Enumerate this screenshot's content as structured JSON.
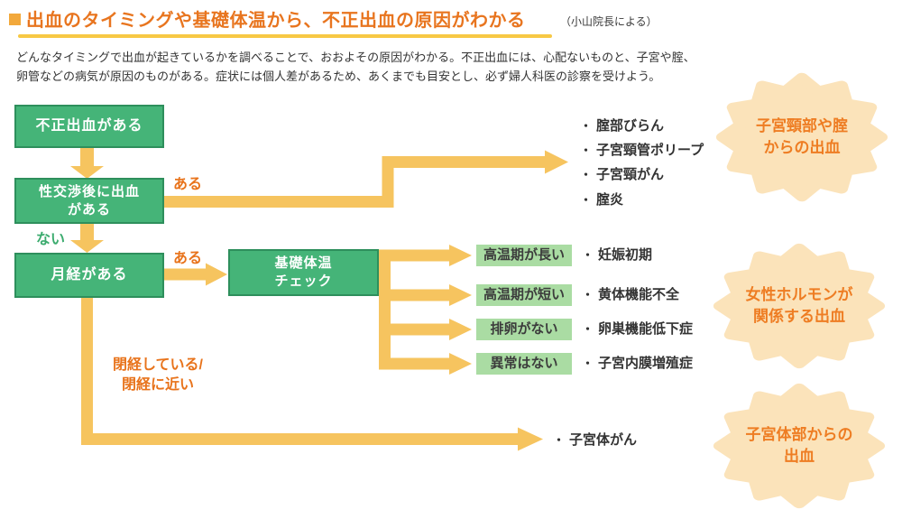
{
  "colors": {
    "title_orange": "#E8751F",
    "title_square": "#F2A83B",
    "underline_yellow": "#F7C844",
    "arrow_yellow": "#F6C45F",
    "box_green": "#45B478",
    "box_green_border": "#2E8F5C",
    "highlight_green": "#AADCA3",
    "label_orange": "#E8731B",
    "label_green": "#3BAB6E",
    "burst_fill": "#FBE3BA",
    "burst_text": "#EE7D23",
    "text_dark": "#333333"
  },
  "header": {
    "title": "出血のタイミングや基礎体温から、不正出血の原因がわかる",
    "credit": "（小山院長による）",
    "description_line1": "どんなタイミングで出血が起きているかを調べることで、おおよその原因がわかる。不正出血には、心配ないものと、子宮や腟、",
    "description_line2": "卵管などの病気が原因のものがある。症状には個人差があるため、あくまでも目安とし、必ず婦人科医の診察を受けよう。"
  },
  "flow": {
    "start_box": "不正出血がある",
    "postcoital_box_line1": "性交渉後に出血",
    "postcoital_box_line2": "がある",
    "menstruation_box": "月経がある",
    "bbt_box_line1": "基礎体温",
    "bbt_box_line2": "チェック",
    "label_yes_postcoital": "ある",
    "label_no_postcoital": "ない",
    "label_yes_menstruation": "ある",
    "label_menopause_line1": "閉経している/",
    "label_menopause_line2": "閉経に近い"
  },
  "marker": "・",
  "cervical_list": {
    "items": [
      "腟部びらん",
      "子宮頸管ポリープ",
      "子宮頸がん",
      "腟炎"
    ]
  },
  "bbt_results": {
    "items": [
      "高温期が長い",
      "高温期が短い",
      "排卵がない",
      "異常はない"
    ]
  },
  "bbt_diagnoses": {
    "items": [
      "妊娠初期",
      "黄体機能不全",
      "卵巣機能低下症",
      "子宮内膜増殖症"
    ]
  },
  "endometrial_list": {
    "items": [
      "子宮体がん"
    ]
  },
  "bursts": [
    {
      "line1": "子宮頸部や腟",
      "line2": "からの出血"
    },
    {
      "line1": "女性ホルモンが",
      "line2": "関係する出血"
    },
    {
      "line1": "子宮体部からの",
      "line2": "出血"
    }
  ]
}
